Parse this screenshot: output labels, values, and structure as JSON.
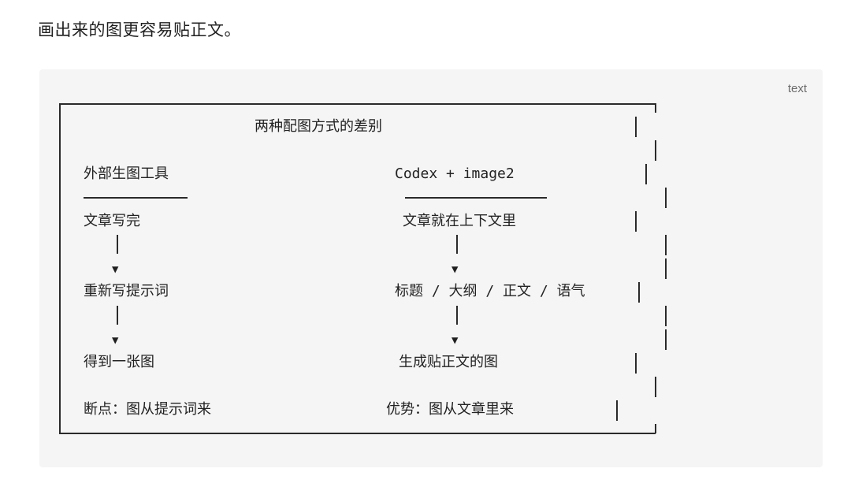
{
  "intro_text": "画出来的图更容易贴正文。",
  "code_block": {
    "language_label": "text",
    "title": "两种配图方式的差别",
    "left_column": {
      "heading": "外部生图工具",
      "steps": [
        "文章写完",
        "重新写提示词",
        "得到一张图"
      ],
      "summary": "断点：图从提示词来"
    },
    "right_column": {
      "heading": "Codex + image2",
      "steps": [
        "文章就在上下文里",
        "标题 / 大纲 / 正文 / 语气",
        "生成贴正文的图"
      ],
      "summary": "优势：图从文章里来"
    },
    "arrow_glyph": "▼"
  }
}
